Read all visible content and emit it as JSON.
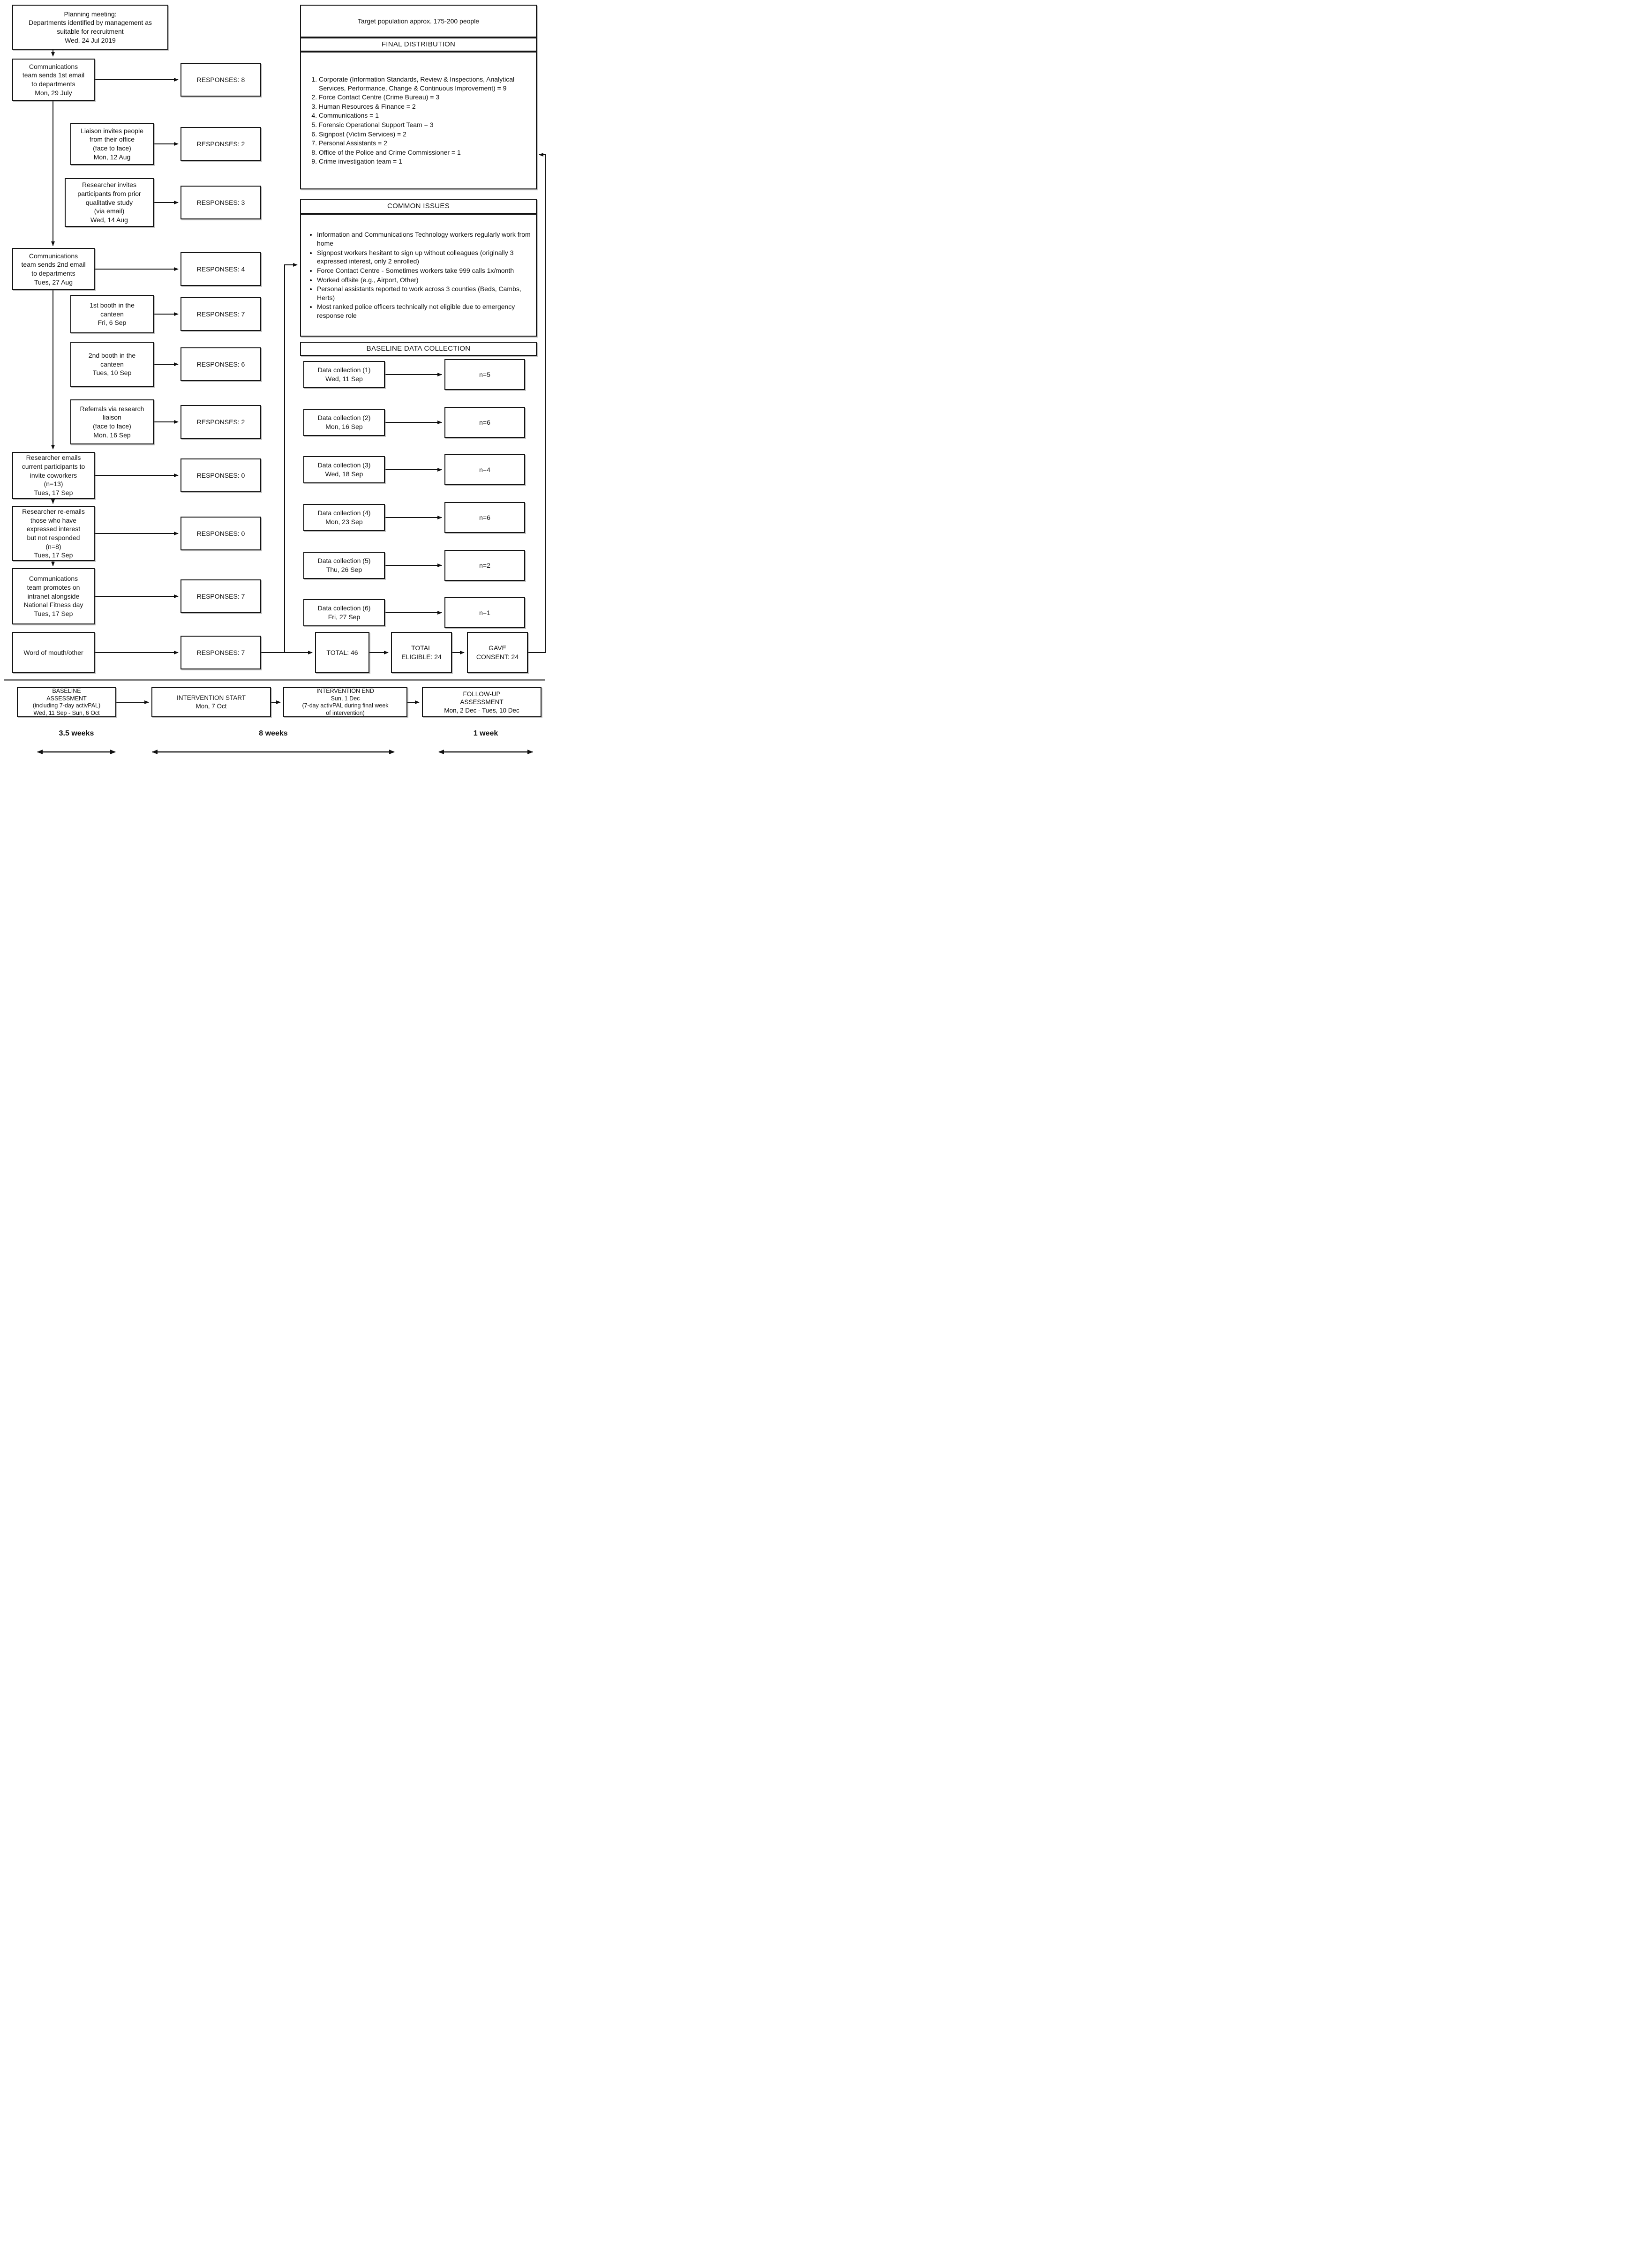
{
  "flow": {
    "planning": "Planning meeting:\nDepartments identified by management as\nsuitable for recruitment\nWed, 24 Jul 2019",
    "comms_email_1": "Communications\nteam sends 1st email\nto departments\nMon, 29 July",
    "liaison": "Liaison invites people\nfrom their office\n(face to face)\nMon, 12 Aug",
    "prior_study": "Researcher invites\nparticipants from prior\nqualitative study\n(via email)\nWed, 14 Aug",
    "comms_email_2": "Communications\nteam sends 2nd email\nto departments\nTues, 27 Aug",
    "booth_1": "1st booth in the\ncanteen\nFri, 6 Sep",
    "booth_2": "2nd booth in the\ncanteen\nTues, 10 Sep",
    "referrals": "Referrals via research\nliaison\n(face to face)\nMon, 16 Sep",
    "emails_participants": "Researcher emails\ncurrent participants to\ninvite coworkers\n(n=13)\nTues, 17 Sep",
    "reemails_interested": "Researcher re-emails\nthose who have\nexpressed interest\nbut not responded\n(n=8)\nTues, 17 Sep",
    "intranet_promo": "Communications\nteam promotes on\nintranet alongside\nNational Fitness day\nTues, 17 Sep",
    "word_of_mouth": "Word of mouth/other"
  },
  "responses": [
    "RESPONSES: 8",
    "RESPONSES: 2",
    "RESPONSES: 3",
    "RESPONSES: 4",
    "RESPONSES: 7",
    "RESPONSES: 6",
    "RESPONSES: 2",
    "RESPONSES: 0",
    "RESPONSES: 0",
    "RESPONSES: 7",
    "RESPONSES: 7"
  ],
  "totals": {
    "total": "TOTAL: 46",
    "eligible": "TOTAL\nELIGIBLE: 24",
    "consent": "GAVE\nCONSENT: 24"
  },
  "right": {
    "target": "Target population approx. 175-200 people",
    "final_header": "FINAL DISTRIBUTION",
    "final_items": [
      "Corporate (Information Standards, Review & Inspections, Analytical Services, Performance, Change & Continuous Improvement) = 9",
      "Force Contact Centre (Crime Bureau) = 3",
      "Human Resources & Finance = 2",
      "Communications = 1",
      "Forensic Operational Support Team = 3",
      "Signpost (Victim Services) = 2",
      "Personal Assistants = 2",
      "Office of the Police and Crime Commissioner = 1",
      "Crime investigation team = 1"
    ],
    "issues_header": "COMMON ISSUES",
    "issues_items": [
      "Information and Communications Technology workers regularly work from home",
      "Signpost workers hesitant to sign up without colleagues (originally 3 expressed interest, only 2 enrolled)",
      "Force Contact Centre - Sometimes workers take 999 calls 1x/month",
      "Worked offsite (e.g., Airport, Other)",
      "Personal assistants reported to work across 3 counties (Beds, Cambs, Herts)",
      "Most ranked police officers technically not eligible due to emergency response role"
    ],
    "baseline_header": "BASELINE DATA COLLECTION",
    "collections": [
      {
        "label": "Data collection (1)\nWed, 11 Sep",
        "n": "n=5"
      },
      {
        "label": "Data collection (2)\nMon, 16 Sep",
        "n": "n=6"
      },
      {
        "label": "Data collection (3)\nWed, 18 Sep",
        "n": "n=4"
      },
      {
        "label": "Data collection (4)\nMon, 23 Sep",
        "n": "n=6"
      },
      {
        "label": "Data collection (5)\nThu, 26 Sep",
        "n": "n=2"
      },
      {
        "label": "Data collection (6)\nFri, 27 Sep",
        "n": "n=1"
      }
    ]
  },
  "timeline": {
    "boxes": [
      "BASELINE\nASSESSMENT\n(including 7-day activPAL)\nWed, 11 Sep - Sun, 6 Oct",
      "INTERVENTION START\nMon, 7 Oct",
      "INTERVENTION END\nSun, 1 Dec\n(7-day activPAL during final week\nof intervention)",
      "FOLLOW-UP\nASSESSMENT\nMon, 2 Dec - Tues, 10 Dec"
    ],
    "durations": [
      "3.5 weeks",
      "8 weeks",
      "1 week"
    ]
  }
}
